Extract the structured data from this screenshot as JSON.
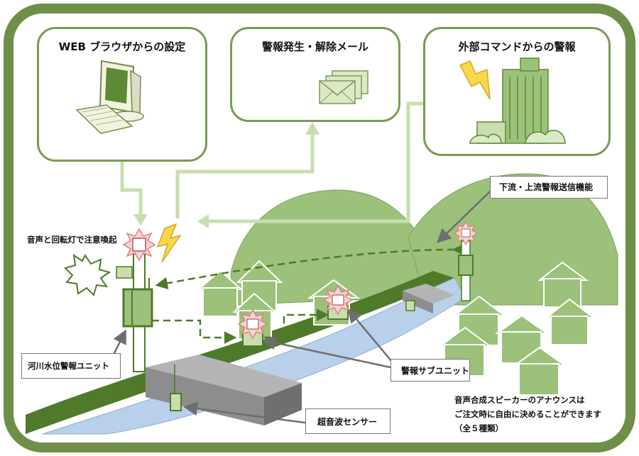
{
  "boxes": {
    "web": "WEB ブラウザからの設定",
    "mail": "警報発生・解除メール",
    "command": "外部コマンドからの警報"
  },
  "labels": {
    "downstream": "下流・上流警報送信機能",
    "voice_light": "音声と回転灯で注意喚起",
    "river_unit": "河川水位警報ユニット",
    "sub_unit": "警報サブユニット",
    "sensor": "超音波センサー",
    "announce_1": "音声合成スピーカーのアナウンスは",
    "announce_2": "ご注文時に自由に決めることができます",
    "announce_3": "（全５種類）"
  }
}
